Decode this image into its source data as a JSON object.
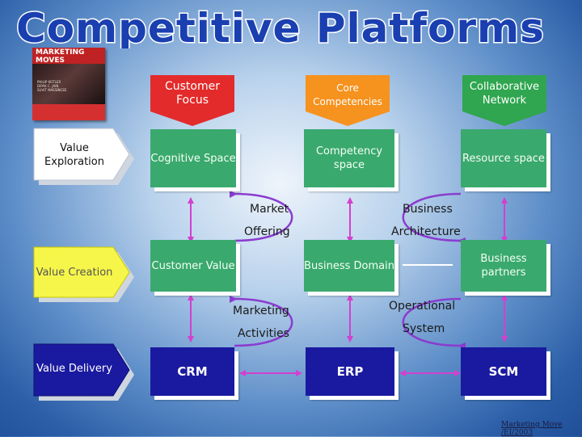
{
  "title": "Competitive Platforms",
  "book": {
    "title": "MARKETING MOVES",
    "authors": [
      "PHILIP KOTLER",
      "DIPAK C. JAIN",
      "SUVIT MAESINCEE"
    ]
  },
  "headers": {
    "customer_focus": "Customer Focus",
    "core_competencies": "Core Competencies",
    "collaborative_network": "Collaborative Network"
  },
  "stages": {
    "exploration": "Value Exploration",
    "creation": "Value Creation",
    "delivery": "Value Delivery"
  },
  "exploration_boxes": {
    "cognitive": "Cognitive Space",
    "competency": "Competency space",
    "resource": "Resource space"
  },
  "creation_boxes": {
    "customer_value": "Customer Value",
    "business_domain": "Business Domain",
    "business_partners": "Business partners"
  },
  "delivery_boxes": {
    "crm": "CRM",
    "erp": "ERP",
    "scm": "SCM"
  },
  "loop_labels": {
    "market": "Market",
    "offering": "Offering",
    "business": "Business",
    "architecture": "Architecture",
    "marketing": "Marketing",
    "activities": "Activities",
    "operational": "Operational",
    "system": "System"
  },
  "colors": {
    "customer_focus": "#e32b2b",
    "core_competencies": "#f6921e",
    "collaborative_network": "#2fa64f",
    "green_box": "#3aa96e",
    "delivery_box": "#1a1aa0",
    "arrow": "#d43fd0",
    "title": "#1a3fb0"
  },
  "footer": "Marketing Move /EI/2003"
}
